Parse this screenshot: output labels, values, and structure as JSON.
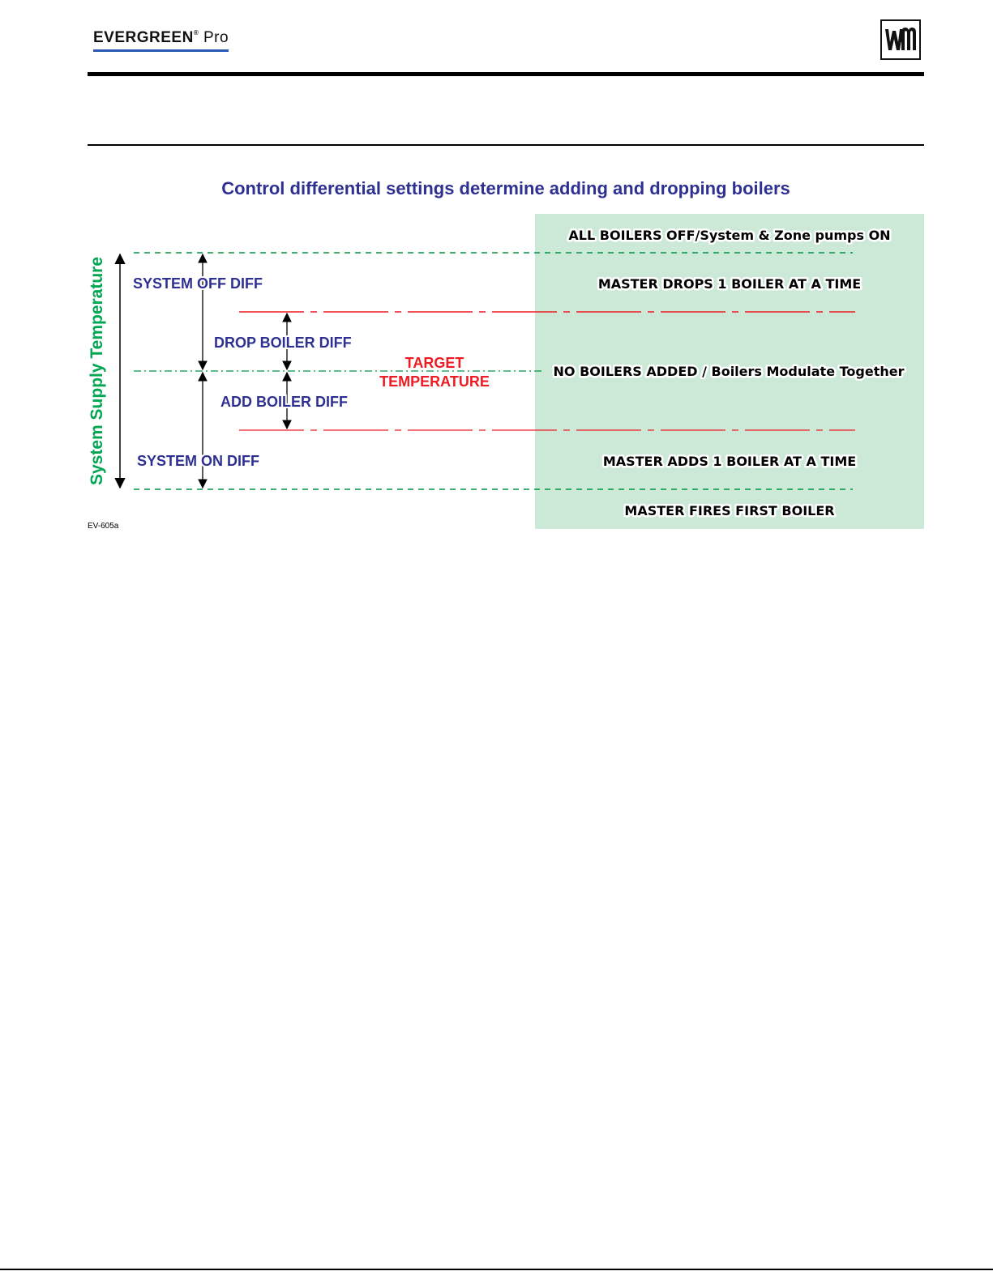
{
  "header": {
    "brand_name": "EVERGREEN",
    "brand_reg": "®",
    "brand_suffix": "Pro",
    "logo_text": "W·M"
  },
  "figure": {
    "title": "Control differential settings determine adding and dropping boilers",
    "code": "EV-605a",
    "axis_label": "System Supply Temperature",
    "labels": {
      "system_off_diff": "SYSTEM OFF DIFF",
      "drop_boiler_diff": "DROP BOILER DIFF",
      "add_boiler_diff": "ADD BOILER DIFF",
      "system_on_diff": "SYSTEM ON DIFF",
      "target_line1": "TARGET",
      "target_line2": "TEMPERATURE"
    },
    "zones": {
      "all_off": "ALL BOILERS OFF/System & Zone pumps ON",
      "drops": "MASTER DROPS 1 BOILER AT A TIME",
      "no_added": "NO BOILERS ADDED / Boilers Modulate Together",
      "adds": "MASTER ADDS 1 BOILER AT A TIME",
      "fires_first": "MASTER FIRES FIRST BOILER"
    },
    "colors": {
      "title_blue": "#2e3192",
      "label_blue": "#2e3192",
      "target_red": "#ed1c24",
      "axis_green": "#00a651",
      "panel_green": "#cce8d6",
      "dashed_green": "#009444"
    }
  }
}
